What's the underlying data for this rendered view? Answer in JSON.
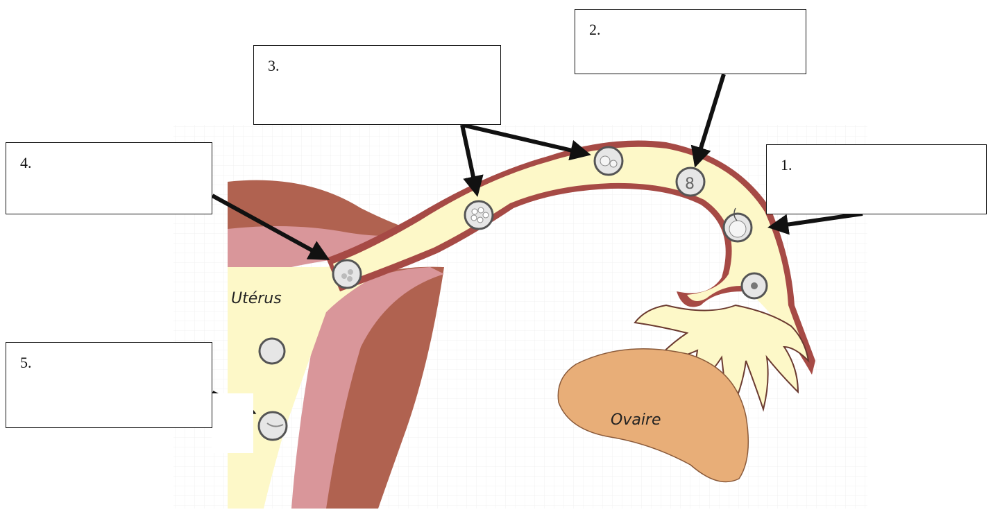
{
  "organs": {
    "uterus": "Utérus",
    "ovary": "Ovaire"
  },
  "labels": [
    {
      "id": "1",
      "text": "1."
    },
    {
      "id": "2",
      "text": "2."
    },
    {
      "id": "3",
      "text": "3."
    },
    {
      "id": "4",
      "text": "4."
    },
    {
      "id": "5",
      "text": "5."
    }
  ],
  "colors": {
    "tube_fill": "#fdf8c8",
    "tube_wall": "#a64a45",
    "uterus_muscle": "#b06250",
    "endometrium": "#d9969a",
    "ovary": "#e8ae78",
    "arrow": "#111111"
  }
}
